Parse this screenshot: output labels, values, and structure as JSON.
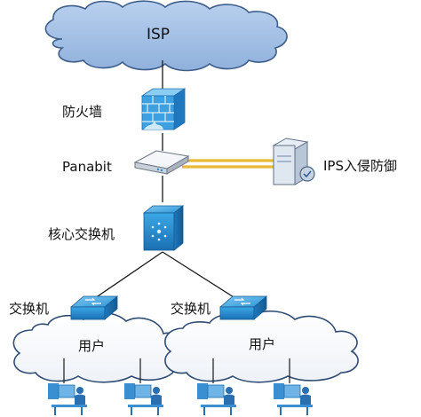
{
  "diagram": {
    "isp_label": "ISP",
    "firewall_label": "防火墙",
    "panabit_label": "Panabit",
    "ips_label": "IPS入侵防御",
    "core_switch_label": "核心交换机",
    "switch_left_label": "交换机",
    "switch_right_label": "交换机",
    "users_left_label": "用户",
    "users_right_label": "用户"
  },
  "colors": {
    "cloud_fill": "#a9c3e4",
    "cloud_stroke": "#3e5f8c",
    "device_blue": "#2a8fd3",
    "firewall_blue": "#3da0e0",
    "mirror_line": "#e8b837",
    "link_line": "#1a1a1a"
  }
}
